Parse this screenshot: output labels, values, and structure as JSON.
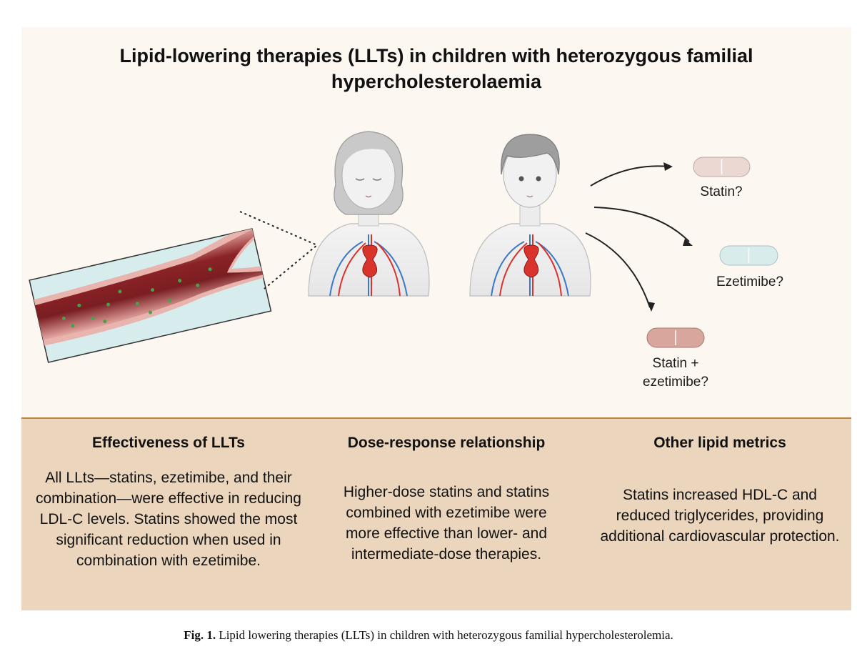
{
  "title": "Lipid-lowering therapies (LLTs) in children with heterozygous familial hypercholesterolaemia",
  "treatments": [
    {
      "label": "Statin?",
      "pill_color": "#ecd8d2"
    },
    {
      "label": "Ezetimibe?",
      "pill_color": "#d9ecec"
    },
    {
      "label": "Statin + ezetimibe?",
      "pill_color": "#d8a69c"
    }
  ],
  "findings": [
    {
      "heading": "Effectiveness of LLTs",
      "text": "All LLts—statins, ezetimibe, and their combination—were effective in reducing LDL-C levels. Statins showed the most significant reduction when used in combination with ezetimibe."
    },
    {
      "heading": "Dose-response relationship",
      "text": "Higher-dose statins and statins combined with ezetimibe were more effective than lower- and intermediate-dose therapies."
    },
    {
      "heading": "Other lipid metrics",
      "text": "Statins increased HDL-C and reduced triglycerides, providing additional cardiovascular protection."
    }
  ],
  "caption": {
    "label": "Fig. 1.",
    "text": "Lipid lowering therapies (LLTs) in children with heterozygous familial hypercholesterolemia."
  },
  "colors": {
    "panel_bg": "#fcf7f0",
    "findings_bg": "#ebd6bd",
    "divider": "#b9823e",
    "vessel": "#7a1e22",
    "plaque": "#46a34a",
    "artery": "#d9342b",
    "vein": "#3a78c4"
  }
}
